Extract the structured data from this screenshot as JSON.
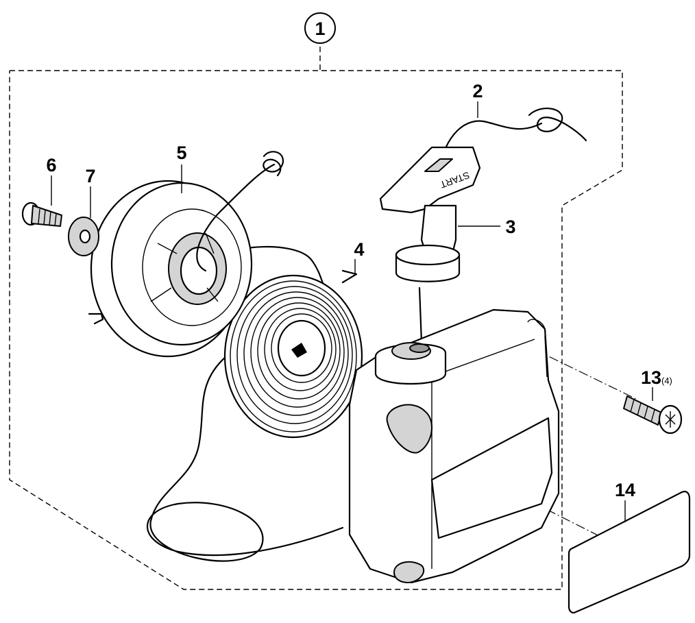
{
  "diagram": {
    "callouts": {
      "assembly": "1",
      "rope": "2",
      "handle": "3",
      "spring": "4",
      "pulley": "5",
      "screw": "6",
      "washer": "7",
      "housing_screw": "13",
      "housing_screw_qty": "(4)",
      "label_plate": "14"
    },
    "handle_stamp": "START"
  }
}
